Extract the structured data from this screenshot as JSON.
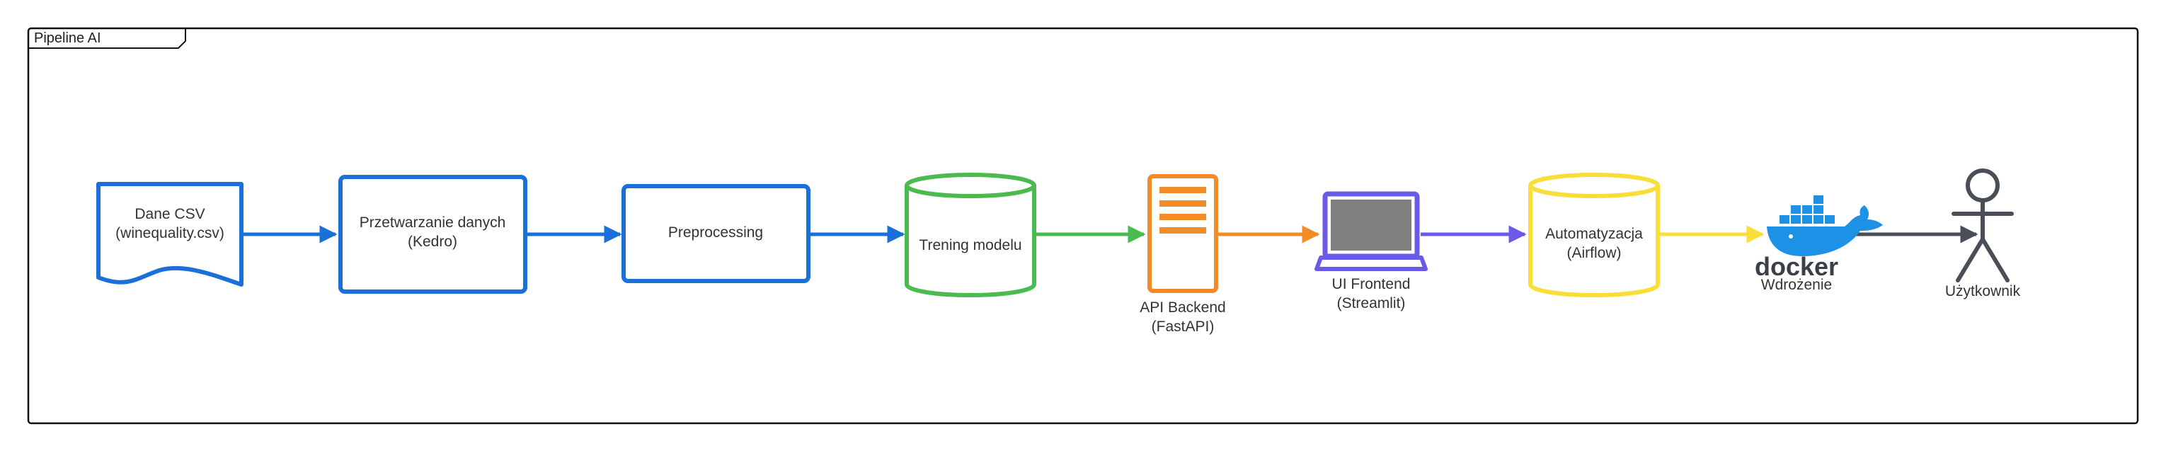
{
  "frame": {
    "title": "Pipeline AI"
  },
  "colors": {
    "blue": "#1a6fd9",
    "green": "#4cbb4f",
    "orange": "#f28c28",
    "purple": "#6a5ae8",
    "yellow": "#f9de3a",
    "dark": "#4a4e57",
    "docker": "#1d91e6",
    "screen": "#7f7f7f",
    "frame": "#111111"
  },
  "nodes": {
    "data_csv": {
      "line1": "Dane CSV",
      "line2": "(winequality.csv)"
    },
    "processing": {
      "line1": "Przetwarzanie danych",
      "line2": "(Kedro)"
    },
    "preprocessing": {
      "label": "Preprocessing"
    },
    "training": {
      "label": "Trening modelu"
    },
    "api": {
      "line1": "API Backend",
      "line2": "(FastAPI)"
    },
    "ui": {
      "line1": "UI Frontend",
      "line2": "(Streamlit)"
    },
    "automation": {
      "line1": "Automatyzacja",
      "line2": "(Airflow)"
    },
    "deployment": {
      "logo_text": "docker",
      "label": "Wdrożenie"
    },
    "user": {
      "label": "Użytkownik"
    }
  },
  "edges": [
    {
      "from": "data_csv",
      "to": "processing",
      "color": "blue"
    },
    {
      "from": "processing",
      "to": "preprocessing",
      "color": "blue"
    },
    {
      "from": "preprocessing",
      "to": "training",
      "color": "blue"
    },
    {
      "from": "training",
      "to": "api",
      "color": "green"
    },
    {
      "from": "api",
      "to": "ui",
      "color": "orange"
    },
    {
      "from": "ui",
      "to": "automation",
      "color": "purple"
    },
    {
      "from": "automation",
      "to": "deployment",
      "color": "yellow"
    },
    {
      "from": "deployment",
      "to": "user",
      "color": "dark"
    }
  ]
}
